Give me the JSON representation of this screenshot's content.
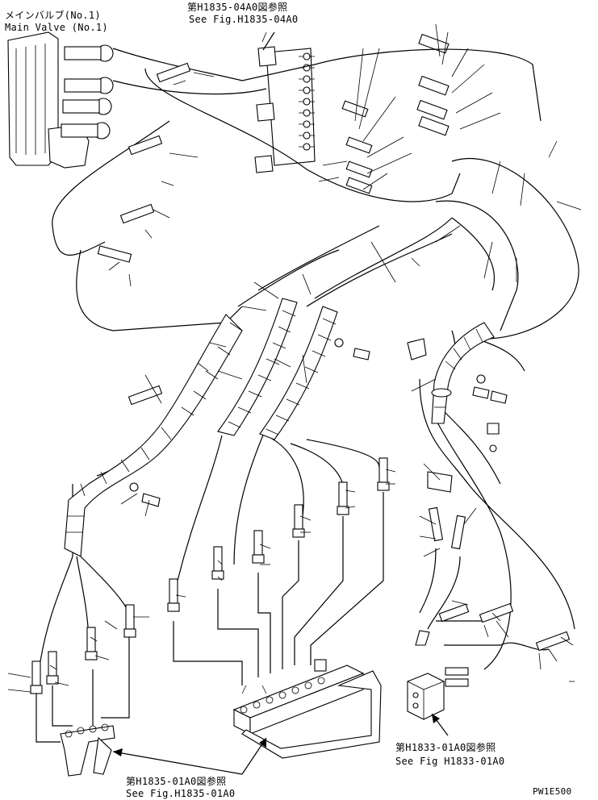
{
  "labels": {
    "main_valve_jp": "メインバルブ(No.1)",
    "main_valve_en": "Main Valve (No.1)",
    "ref_top_jp": "第H1835-04A0図参照",
    "ref_top_en": "See Fig.H1835-04A0",
    "ref_right_jp": "第H1833-01A0図参照",
    "ref_right_en": "See Fig H1833-01A0",
    "ref_bottom_jp": "第H1835-01A0図参照",
    "ref_bottom_en": "See Fig.H1835-01A0",
    "drawing_code": "PW1E500"
  }
}
